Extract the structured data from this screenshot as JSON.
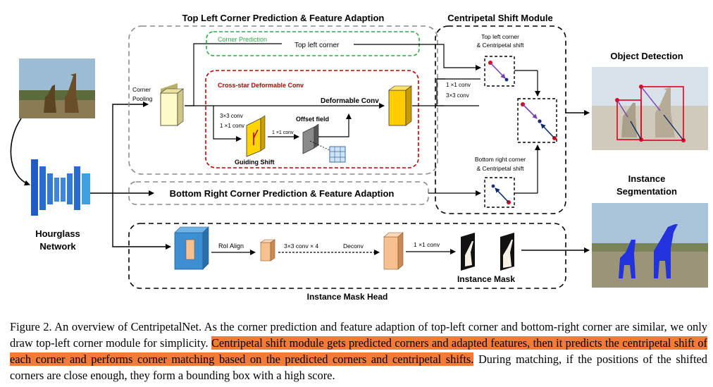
{
  "headings": {
    "top_left": "Top Left Corner Prediction & Feature Adaption",
    "centripetal": "Centripetal Shift Module",
    "object_detection": "Object Detection",
    "instance_seg_1": "Instance",
    "instance_seg_2": "Segmentation",
    "bottom_right": "Bottom Right  Corner Prediction & Feature Adaption",
    "hourglass_1": "Hourglass",
    "hourglass_2": "Network",
    "mask_head": "Instance Mask Head"
  },
  "labels": {
    "corner_1": "Corner",
    "corner_2": "Pooling",
    "corner_prediction": "Corner Prediction",
    "top_left_corner": "Top left corner",
    "cross_star": "Cross-star Deformable Conv",
    "deformable_conv": "Deformable Conv",
    "conv3x3": "3×3 conv",
    "conv1x1": "1 ×1 conv",
    "offset_field": "Offset field",
    "conv1x1_small": "1 ×1 conv",
    "guiding_shift": "Guiding Shift",
    "csm_conv1": "1 ×1 conv",
    "csm_conv3": "3×3 conv",
    "tl_shift_1": "Top left corner",
    "tl_shift_2": "& Centripetal shift",
    "br_shift_1": "Bottom right corner",
    "br_shift_2": "& Centripetal shift",
    "roi_align": "RoI Align",
    "conv3x3_x4": "3×3 conv × 4",
    "deconv": "Deconv",
    "mask_conv1": "1 ×1 conv",
    "instance_mask": "Instance Mask"
  },
  "caption": {
    "part1": "Figure 2. An overview of CentripetalNet.  As the corner prediction and feature adaption of top-left corner and bottom-right corner are similar, we only draw top-left corner module for simplicity. ",
    "highlight": "Centripetal shift module gets predicted corners and adapted features, then it predicts the centripetal shift of each corner and performs corner matching based on the predicted corners and centripetal shifts.",
    "part2": " During matching, if the positions of the shifted corners are close enough, they form a bounding box with a high score."
  },
  "colors": {
    "highlight": "#f47a37",
    "green_box": "#2bab48",
    "red_box": "#c00000",
    "gray_box": "#8c8c8c",
    "yellow_feature": "#ffcc00",
    "light_yellow": "#fffbc8",
    "peach_feature": "#f7c091",
    "blue_feature": "#3d8fd1",
    "hourglass_blue": "#2c6fd0",
    "mask_blue": "#2233dd"
  }
}
